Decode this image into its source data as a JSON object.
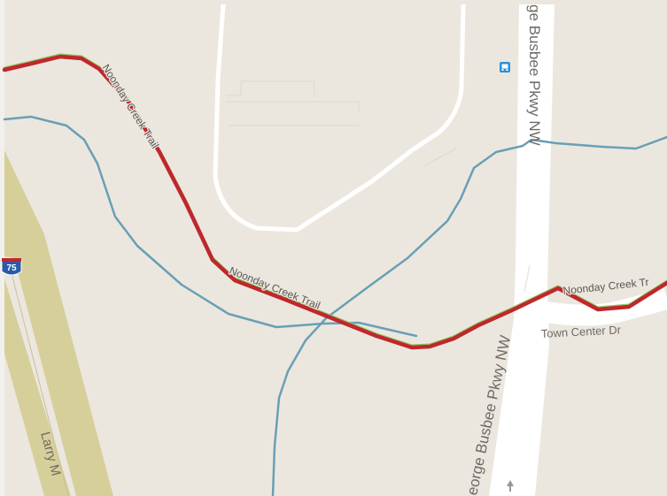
{
  "labels": {
    "trail_upper": "Noonday Creek Trail",
    "trail_middle": "Noonday Creek Trail",
    "trail_right": "Noonday Creek Tr",
    "parkway_upper": "ge Busbee Pkwy NW",
    "parkway_lower": "eorge Busbee Pkwy NW",
    "town_center": "Town Center Dr",
    "larry": "Larry M",
    "interstate": "75"
  },
  "icons": {
    "bus_stop": "bus-stop-icon",
    "one_way_arrow": "one-way-arrow-icon"
  },
  "colors": {
    "land": "#ebe7df",
    "road": "#ffffff",
    "highway": "#d7cf9a",
    "creek": "#6a9fb5",
    "route": "#c0272d",
    "trail": "#8fc45b",
    "interstate_shield": "#2c5aa8",
    "bus_stop": "#2f8fd6"
  }
}
